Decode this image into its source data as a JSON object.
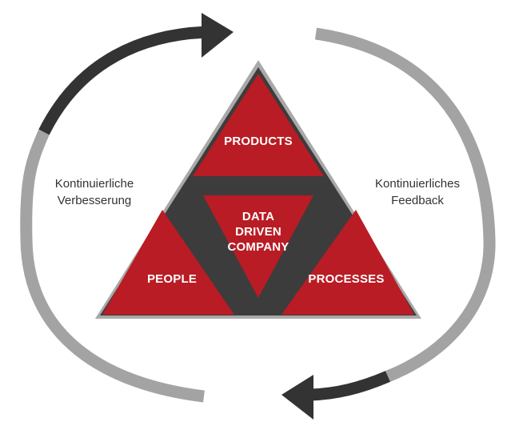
{
  "colors": {
    "segment_red": "#b91c24",
    "inner_band_dark": "#3c3c3c",
    "outline_gray": "#a9a9a9",
    "arrow_dark": "#333333",
    "arc_light": "#a3a3a3",
    "segment_text": "#ffffff",
    "side_text": "#333333"
  },
  "segments": {
    "top": "PRODUCTS",
    "left": "PEOPLE",
    "right": "PROCESSES",
    "center_lines": [
      "DATA",
      "DRIVEN",
      "COMPANY"
    ]
  },
  "side_labels": {
    "left_lines": [
      "Kontinuierliche",
      "Verbesserung"
    ],
    "right_lines": [
      "Kontinuierliches",
      "Feedback"
    ]
  }
}
